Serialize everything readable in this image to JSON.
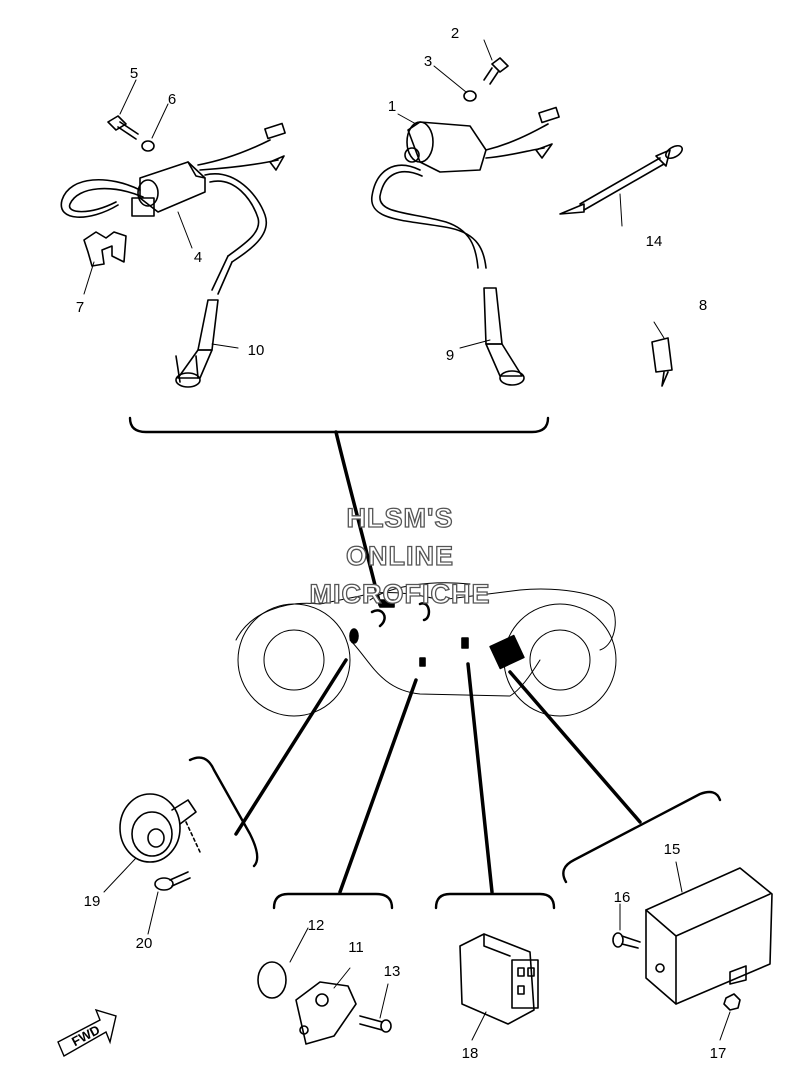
{
  "watermark": {
    "line1": "HLSM'S",
    "line2": "ONLINE",
    "line3": "MICROFICHE"
  },
  "fwd_label": "FWD",
  "callouts": {
    "n1": "1",
    "n2": "2",
    "n3": "3",
    "n4": "4",
    "n5": "5",
    "n6": "6",
    "n7": "7",
    "n8": "8",
    "n9": "9",
    "n10": "10",
    "n11": "11",
    "n12": "12",
    "n13": "13",
    "n14": "14",
    "n15": "15",
    "n16": "16",
    "n17": "17",
    "n18": "18",
    "n19": "19",
    "n20": "20"
  }
}
